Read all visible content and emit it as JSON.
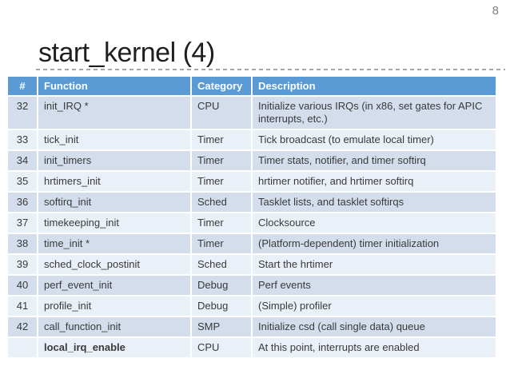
{
  "slide": {
    "page_number": "8",
    "title": "start_kernel (4)"
  },
  "table": {
    "columns": [
      "#",
      "Function",
      "Category",
      "Description"
    ],
    "rows": [
      {
        "num": "32",
        "function": "init_IRQ *",
        "category": "CPU",
        "description": "Initialize various IRQs (in x86, set gates for APIC interrupts, etc.)"
      },
      {
        "num": "33",
        "function": "tick_init",
        "category": "Timer",
        "description": "Tick broadcast (to emulate local timer)"
      },
      {
        "num": "34",
        "function": "init_timers",
        "category": "Timer",
        "description": "Timer stats, notifier, and timer softirq"
      },
      {
        "num": "35",
        "function": "hrtimers_init",
        "category": "Timer",
        "description": "hrtimer notifier, and hrtimer softirq"
      },
      {
        "num": "36",
        "function": "softirq_init",
        "category": "Sched",
        "description": "Tasklet lists, and tasklet softirqs"
      },
      {
        "num": "37",
        "function": "timekeeping_init",
        "category": "Timer",
        "description": "Clocksource"
      },
      {
        "num": "38",
        "function": "time_init *",
        "category": "Timer",
        "description": "(Platform-dependent) timer initialization"
      },
      {
        "num": "39",
        "function": "sched_clock_postinit",
        "category": "Sched",
        "description": "Start the hrtimer"
      },
      {
        "num": "40",
        "function": "perf_event_init",
        "category": "Debug",
        "description": "Perf events"
      },
      {
        "num": "41",
        "function": "profile_init",
        "category": "Debug",
        "description": "(Simple) profiler"
      },
      {
        "num": "42",
        "function": "call_function_init",
        "category": "SMP",
        "description": "Initialize csd (call single data) queue"
      },
      {
        "num": "",
        "function": "local_irq_enable",
        "category": "CPU",
        "description": "At this point, interrupts are enabled",
        "bold_function": true
      }
    ]
  },
  "colors": {
    "header_bg": "#5B9BD5",
    "band_dark": "#D3DDEB",
    "band_light": "#EAF0F8",
    "title_text": "#1F1F1F",
    "body_text": "#3A3A3A",
    "dash_line": "#A6A6A6",
    "page_number_text": "#7F7F7F"
  }
}
